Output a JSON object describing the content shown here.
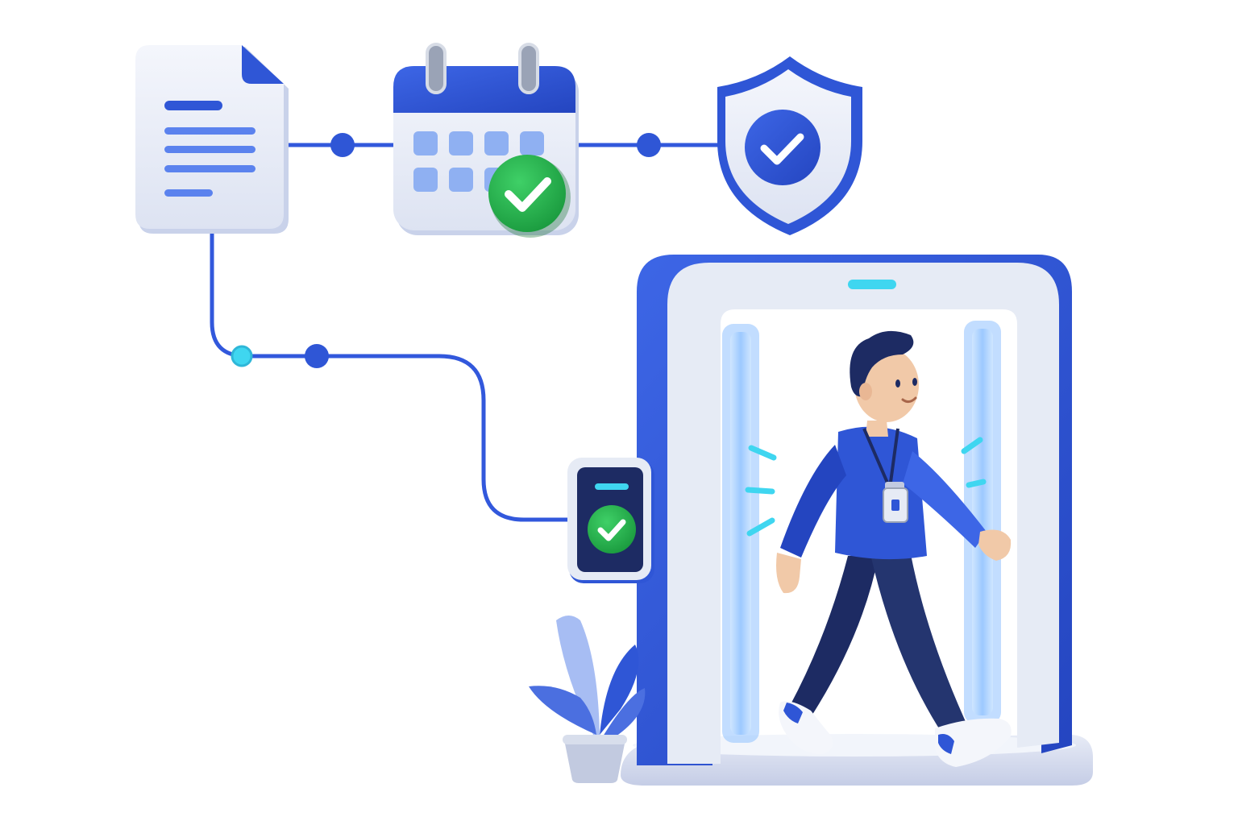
{
  "illustration": {
    "steps": [
      {
        "id": "document",
        "icon": "document-icon"
      },
      {
        "id": "calendar",
        "icon": "calendar-icon",
        "status": "approved"
      },
      {
        "id": "shield",
        "icon": "shield-check-icon",
        "status": "verified"
      },
      {
        "id": "access-reader",
        "icon": "reader-check-icon",
        "status": "granted"
      },
      {
        "id": "gate",
        "icon": "security-gate"
      }
    ],
    "person": {
      "icon": "person-walking",
      "accessory": "id-badge"
    },
    "decor": {
      "icon": "potted-plant"
    }
  },
  "colors": {
    "primary": "#2f56d6",
    "primary_dark": "#1e3aa8",
    "light_surface": "#e9edf7",
    "soft_blue": "#8fb0f2",
    "navy": "#1d2b63",
    "success": "#22b04b",
    "cyan": "#3fd6f0",
    "connector": "#3258dc"
  }
}
